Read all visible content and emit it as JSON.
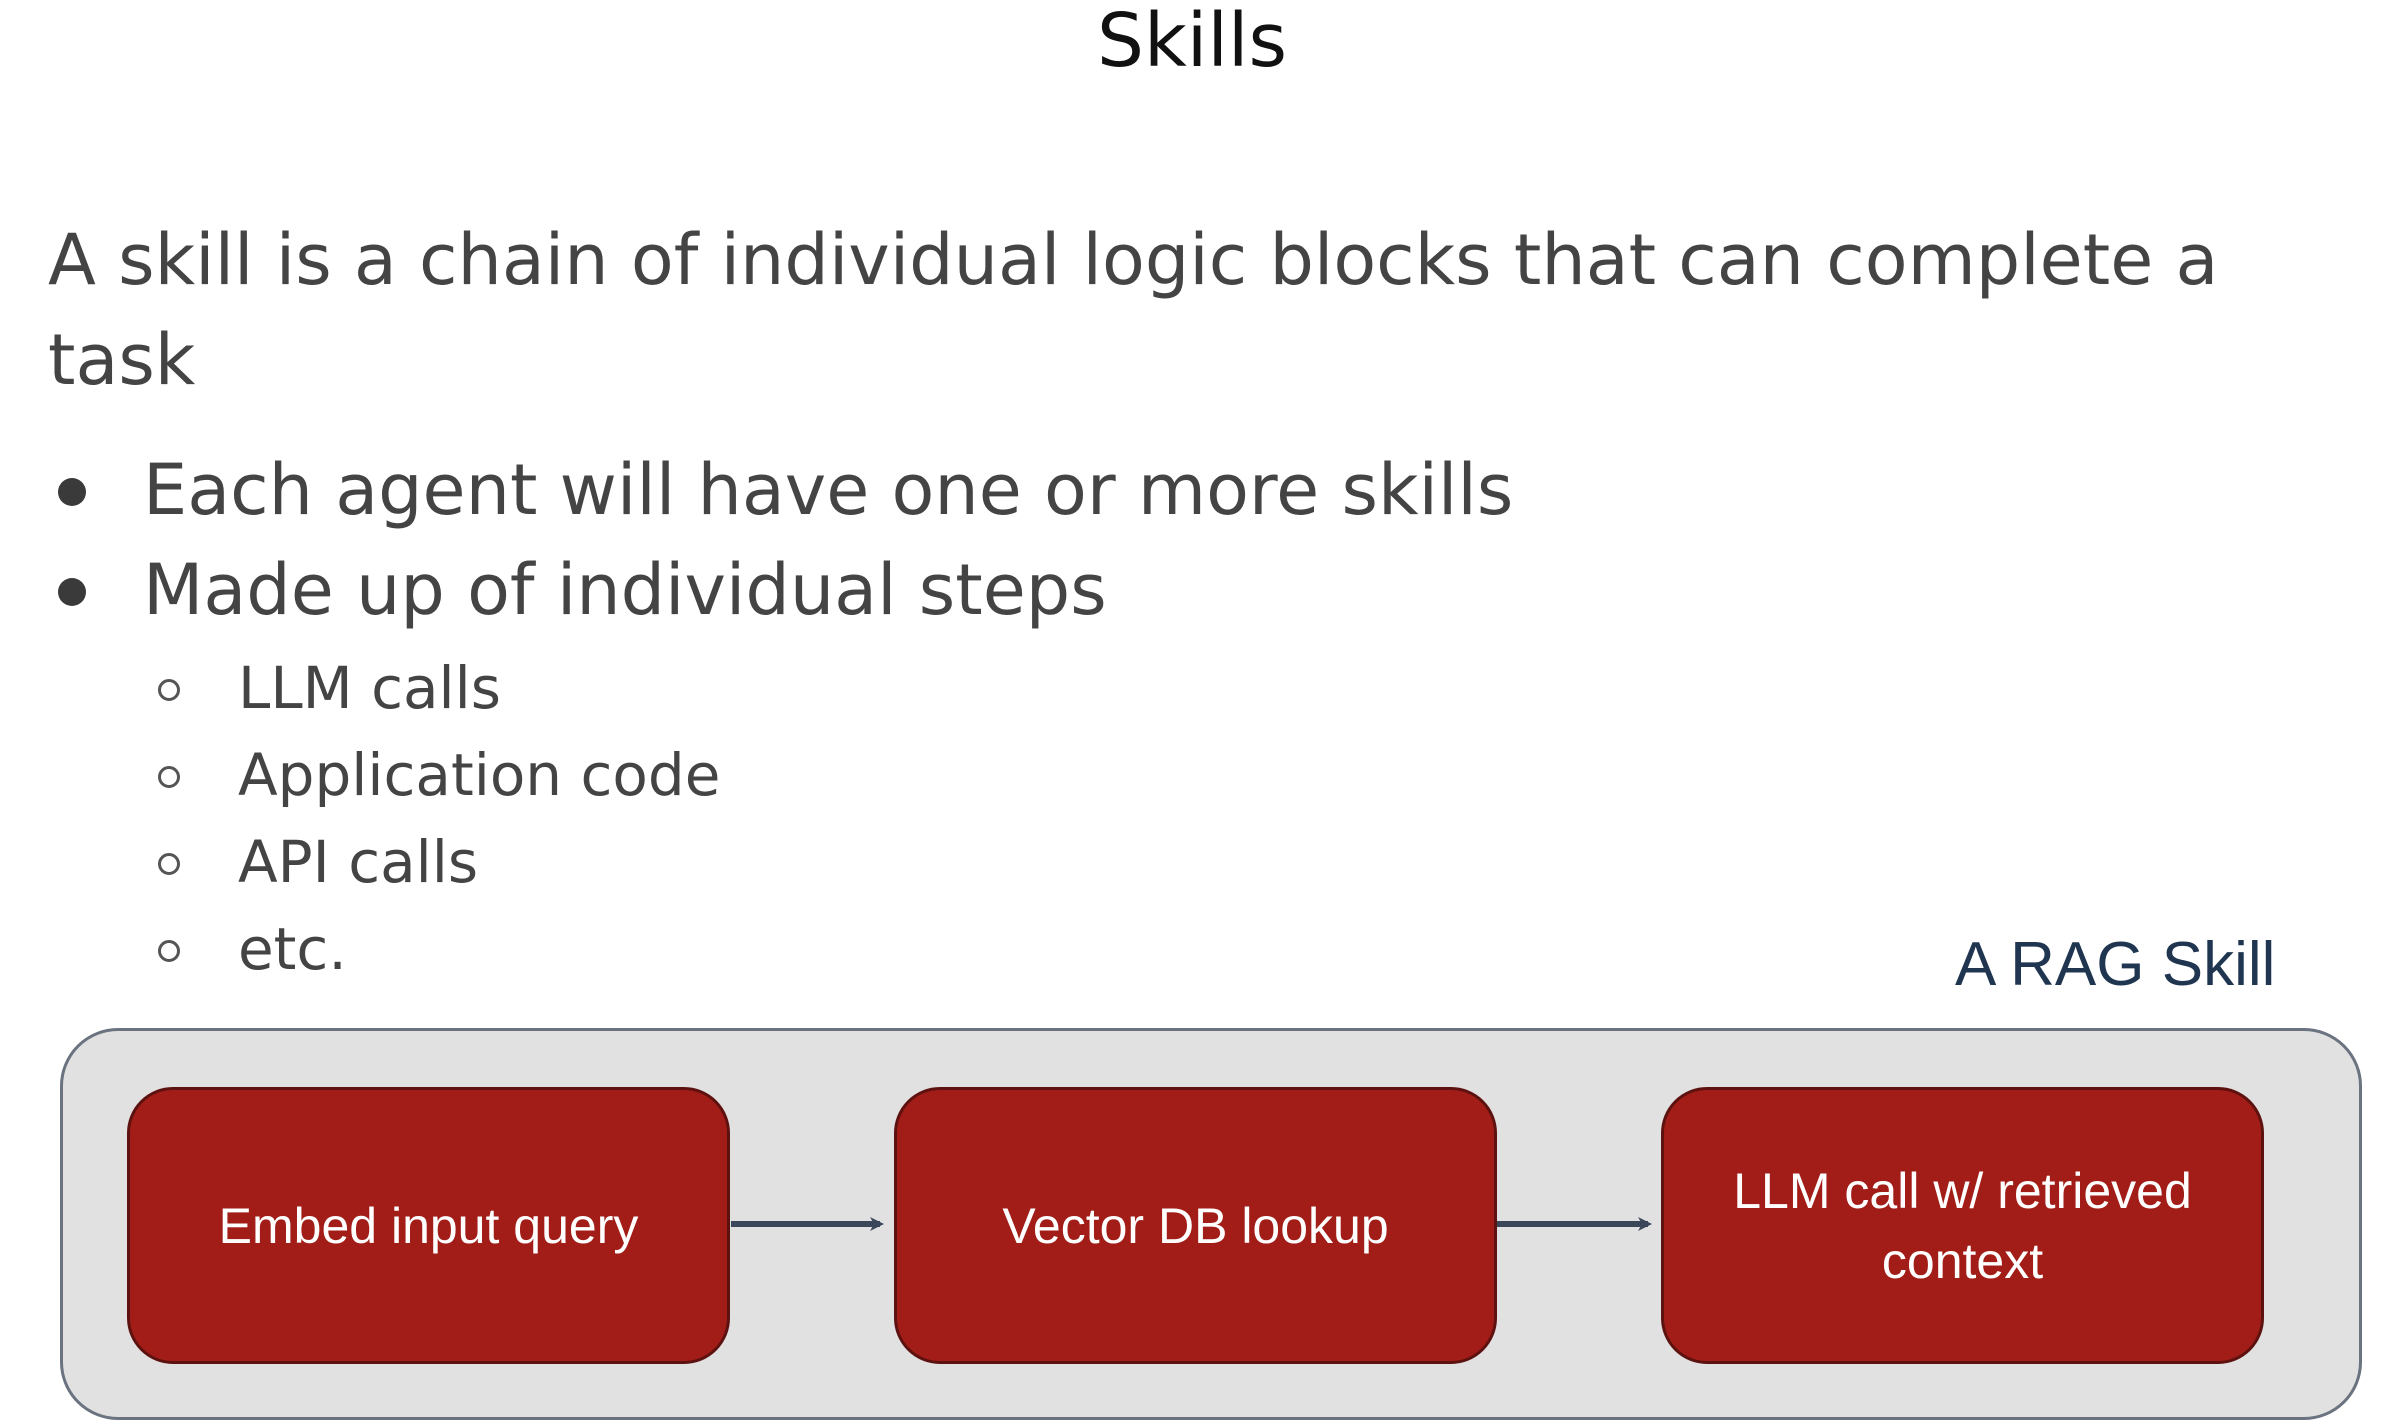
{
  "slide": {
    "title": "Skills",
    "intro": "A skill is a chain of individual logic blocks that can complete a task",
    "bullets": [
      "Each agent will have one or more skills",
      "Made up of individual steps"
    ],
    "sub_bullets": [
      "LLM calls",
      "Application code",
      "API calls",
      "etc."
    ]
  },
  "diagram": {
    "title": "A RAG Skill",
    "steps": [
      "Embed input query",
      "Vector DB lookup",
      "LLM call w/ retrieved context"
    ],
    "colors": {
      "container_fill": "#e1e1e1",
      "container_border": "#6b7380",
      "step_fill": "#a21d17",
      "step_border": "#5e1210",
      "arrow": "#3b4658",
      "title": "#1f3550"
    }
  }
}
